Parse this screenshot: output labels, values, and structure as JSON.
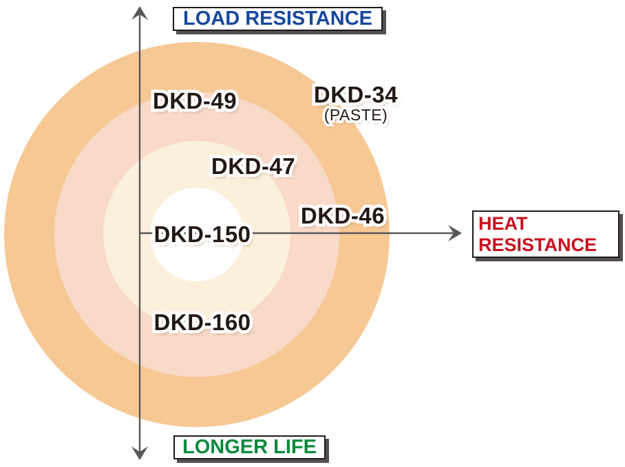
{
  "diagram": {
    "title_top": {
      "text": "LOAD RESISTANCE",
      "color": "#16489E"
    },
    "title_right": {
      "line1": "HEAT",
      "line2": "RESISTANCE",
      "color": "#C8101E"
    },
    "title_bottom": {
      "text": "LONGER LIFE",
      "color": "#098A3F"
    },
    "axis_line_color": "#595757",
    "label_text_color": "#231815",
    "ring_colors": {
      "outer": "#F6C894",
      "mid": "#F9D9C8",
      "inner": "#FBF0DC",
      "center": "#FFFFFF"
    },
    "products": [
      {
        "label": "DKD-49"
      },
      {
        "label": "DKD-34",
        "sub": "(PASTE)"
      },
      {
        "label": "DKD-47"
      },
      {
        "label": "DKD-46"
      },
      {
        "label": "DKD-150"
      },
      {
        "label": "DKD-160"
      }
    ]
  }
}
